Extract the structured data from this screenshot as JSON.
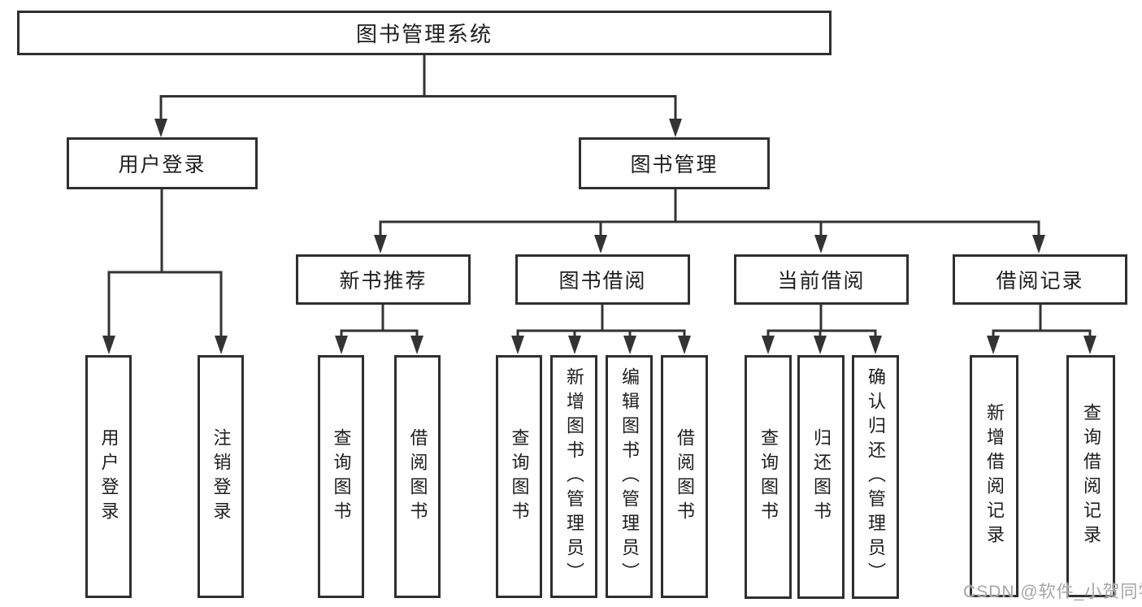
{
  "tree": {
    "root": {
      "label": "图书管理系统",
      "children": [
        {
          "label": "用户登录",
          "children": [
            {
              "label": "用户登录"
            },
            {
              "label": "注销登录"
            }
          ]
        },
        {
          "label": "图书管理",
          "children": [
            {
              "label": "新书推荐",
              "children": [
                {
                  "label": "查询图书"
                },
                {
                  "label": "借阅图书"
                }
              ]
            },
            {
              "label": "图书借阅",
              "children": [
                {
                  "label": "查询图书"
                },
                {
                  "label": "新增图书（管理员）"
                },
                {
                  "label": "编辑图书（管理员）"
                },
                {
                  "label": "借阅图书"
                }
              ]
            },
            {
              "label": "当前借阅",
              "children": [
                {
                  "label": "查询图书"
                },
                {
                  "label": "归还图书"
                },
                {
                  "label": "确认归还（管理员）"
                }
              ]
            },
            {
              "label": "借阅记录",
              "children": [
                {
                  "label": "新增借阅记录"
                },
                {
                  "label": "查询借阅记录"
                }
              ]
            }
          ]
        }
      ]
    }
  },
  "watermark": {
    "text": "CSDN @软件_小贺同学"
  },
  "colors": {
    "line": "#333333",
    "box_border": "#2f2f2f",
    "text": "#1d1d1d",
    "watermark": "#a5a5a5",
    "background": "#ffffff"
  }
}
